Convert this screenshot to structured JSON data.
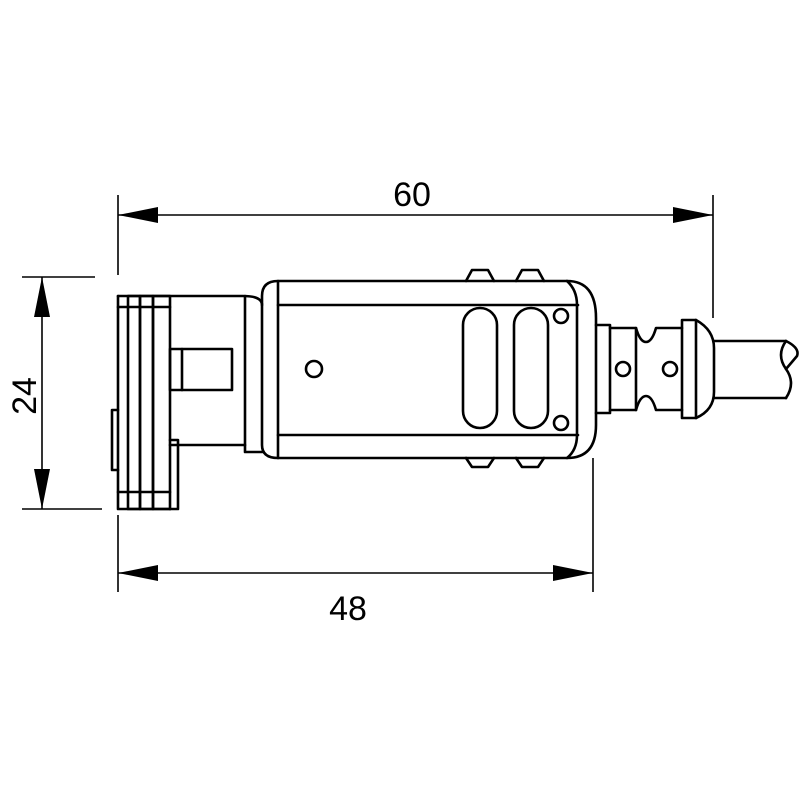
{
  "dimensions": {
    "overall_length": "60",
    "body_length": "48",
    "height": "24"
  },
  "colors": {
    "line": "#000000",
    "background": "#ffffff"
  }
}
